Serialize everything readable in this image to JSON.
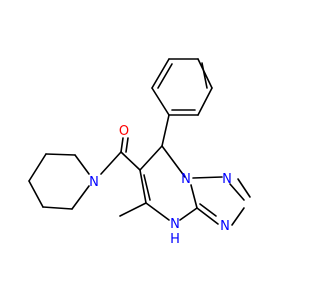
{
  "molecule": {
    "atoms": {
      "oxygen": {
        "label": "O",
        "color": "#ff0000"
      },
      "n_piperidine": {
        "label": "N",
        "color": "#0000ff"
      },
      "n_ring_1": {
        "label": "N",
        "color": "#0000ff"
      },
      "n_ring_2": {
        "label": "N",
        "color": "#0000ff"
      },
      "n_ring_3": {
        "label": "N",
        "color": "#0000ff"
      },
      "nh": {
        "label": "N",
        "color": "#0000ff"
      },
      "h": {
        "label": "H",
        "color": "#0000ff"
      }
    },
    "bond_color": "#000000"
  }
}
